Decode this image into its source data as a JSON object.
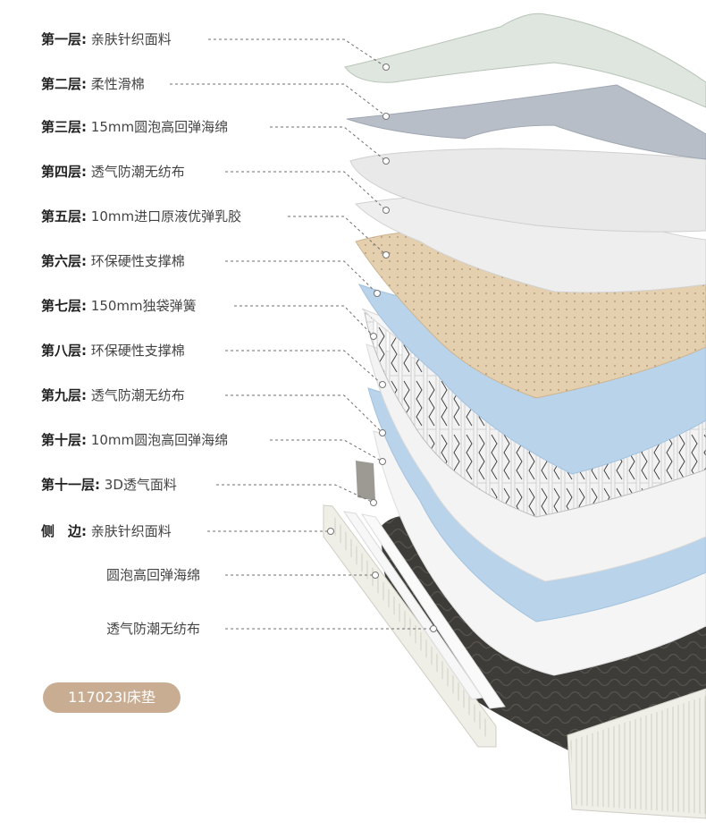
{
  "layers": [
    {
      "key": "第一层:",
      "value": "亲肤针织面料"
    },
    {
      "key": "第二层:",
      "value": "柔性滑棉"
    },
    {
      "key": "第三层:",
      "value": "15mm圆泡高回弹海绵"
    },
    {
      "key": "第四层:",
      "value": "透气防潮无纺布"
    },
    {
      "key": "第五层:",
      "value": "10mm进口原液优弹乳胶"
    },
    {
      "key": "第六层:",
      "value": "环保硬性支撑棉"
    },
    {
      "key": "第七层:",
      "value": "150mm独袋弹簧"
    },
    {
      "key": "第八层:",
      "value": "环保硬性支撑棉"
    },
    {
      "key": "第九层:",
      "value": "透气防潮无纺布"
    },
    {
      "key": "第十层:",
      "value": "10mm圆泡高回弹海绵"
    },
    {
      "key": "第十一层:",
      "value": "3D透气面料"
    },
    {
      "key": "侧　边:",
      "value": "亲肤针织面料"
    }
  ],
  "side_extra": [
    "圆泡高回弹海绵",
    "透气防潮无纺布"
  ],
  "product_badge": "117023I床垫",
  "colors": {
    "badge": "#c9ad93",
    "latex": "#e4cfae",
    "blue_foam": "#b9d3ea",
    "cotton": "#b8bec8",
    "dark_fabric": "#3e3c38"
  }
}
